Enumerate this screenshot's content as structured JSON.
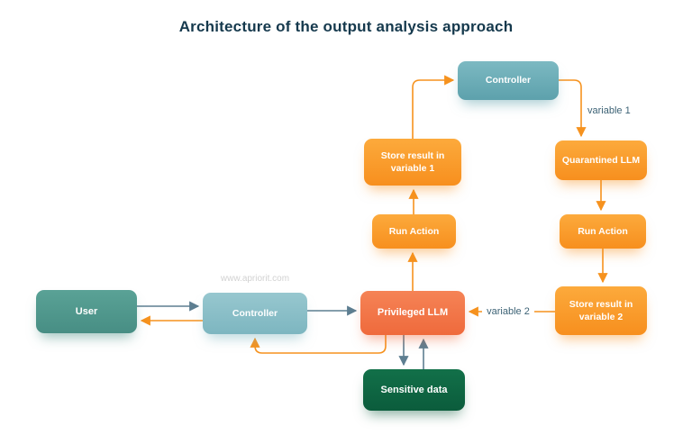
{
  "title": "Architecture of the output analysis approach",
  "watermark": "www.apriorit.com",
  "nodes": {
    "controller_top": {
      "label": "Controller",
      "color": "#5da1ac"
    },
    "quarantined_llm": {
      "label": "Quarantined LLM",
      "color": "#f78f1e"
    },
    "run_action_right": {
      "label": "Run Action",
      "color": "#f78f1e"
    },
    "store_var2": {
      "label": "Store result in variable 2",
      "color": "#f78f1e"
    },
    "store_var1": {
      "label": "Store result in variable 1",
      "color": "#f78f1e"
    },
    "run_action_mid": {
      "label": "Run Action",
      "color": "#f78f1e"
    },
    "privileged_llm": {
      "label": "Privileged LLM",
      "color": "#ef6a3c"
    },
    "sensitive_data": {
      "label": "Sensitive data",
      "color": "#0b5c3c"
    },
    "user": {
      "label": "User",
      "color": "#478e84"
    },
    "controller_left": {
      "label": "Controller",
      "color": "#7db6c0"
    }
  },
  "edge_labels": {
    "variable1": "variable 1",
    "variable2": "variable 2"
  },
  "colors": {
    "orange_arrow": "#f6921e",
    "slate_arrow": "#5d7e91",
    "title_text": "#15394d",
    "edge_label_text": "#3c6275",
    "watermark_text": "#d2d2d2",
    "background": "#ffffff"
  }
}
